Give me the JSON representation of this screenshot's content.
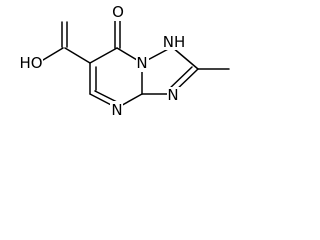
{
  "molecule": {
    "labels": {
      "oxo_oxygen": "O",
      "hydroxyl": "HO",
      "nh": "NH",
      "n_ring_top": "N",
      "n_pyrimidine": "N",
      "n_triazole": "N"
    }
  },
  "colors": {
    "ink": "#000000",
    "background": "#ffffff"
  }
}
